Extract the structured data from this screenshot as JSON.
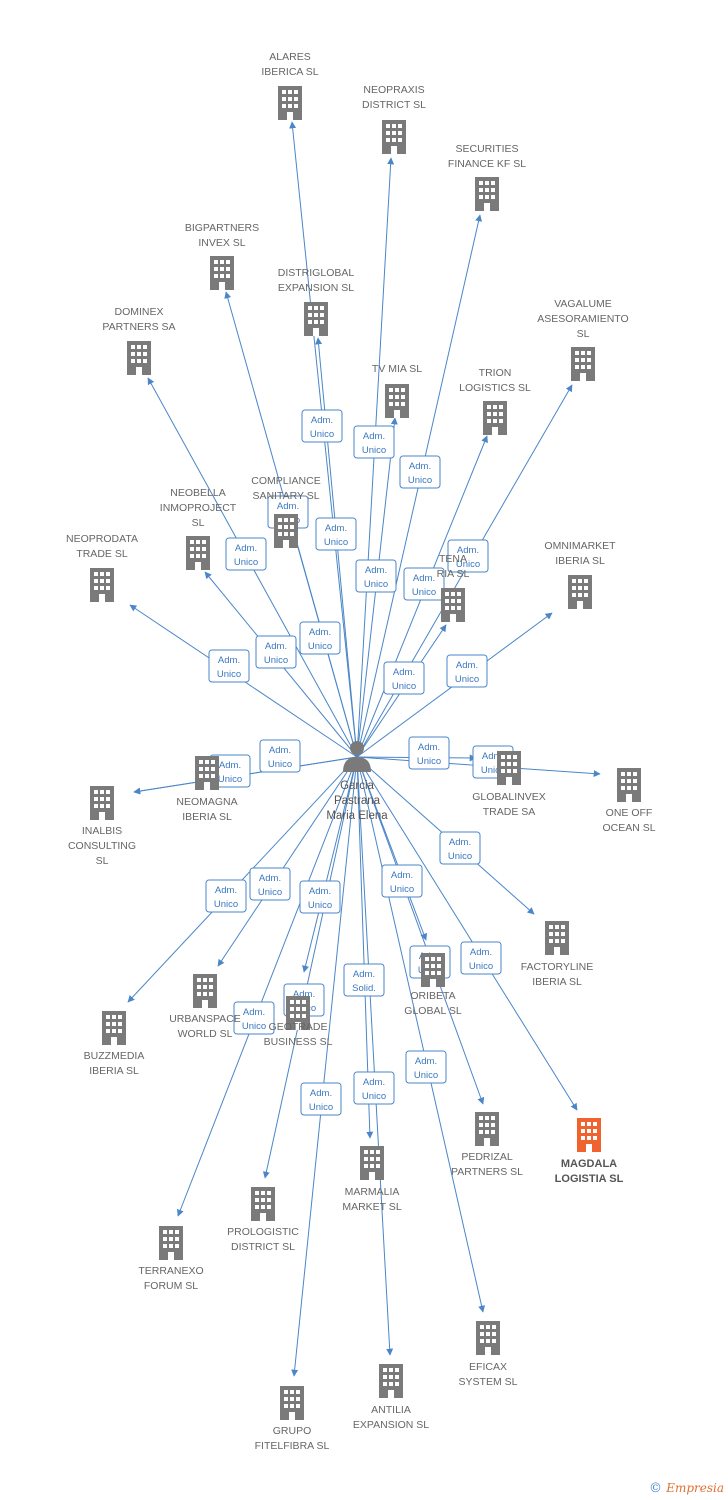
{
  "colors": {
    "edge": "#4a86c8",
    "building": "#7a7a7a",
    "highlight": "#f0632e",
    "person": "#7a7a7a"
  },
  "center": {
    "name_lines": [
      "Garcia",
      "Pastrana",
      "Maria Elena"
    ],
    "icon": "person-icon"
  },
  "nodes": [
    {
      "id": "alares",
      "lines": [
        "ALARES",
        "IBERICA  SL"
      ]
    },
    {
      "id": "neopraxis",
      "lines": [
        "NEOPRAXIS",
        "DISTRICT  SL"
      ]
    },
    {
      "id": "securities",
      "lines": [
        "SECURITIES",
        "FINANCE KF  SL"
      ]
    },
    {
      "id": "bigpartners",
      "lines": [
        "BIGPARTNERS",
        "INVEX  SL"
      ]
    },
    {
      "id": "distriglobal",
      "lines": [
        "DISTRIGLOBAL",
        "EXPANSION  SL"
      ]
    },
    {
      "id": "vagalume",
      "lines": [
        "VAGALUME",
        "ASESORAMIENTO",
        "SL"
      ]
    },
    {
      "id": "dominex",
      "lines": [
        "DOMINEX",
        "PARTNERS SA"
      ]
    },
    {
      "id": "tvmia",
      "lines": [
        "TV MIA  SL"
      ]
    },
    {
      "id": "trion",
      "lines": [
        "TRION",
        "LOGISTICS  SL"
      ]
    },
    {
      "id": "compliance",
      "lines": [
        "COMPLIANCE",
        "SANITARY  SL"
      ]
    },
    {
      "id": "neobella",
      "lines": [
        "NEOBELLA",
        "INMOPROJECT",
        "SL"
      ]
    },
    {
      "id": "neoprodata",
      "lines": [
        "NEOPRODATA",
        "TRADE  SL"
      ]
    },
    {
      "id": "omnimarket",
      "lines": [
        "OMNIMARKET",
        "IBERIA  SL"
      ]
    },
    {
      "id": "tena",
      "lines": [
        "TENA",
        "RIA  SL"
      ]
    },
    {
      "id": "neomagna",
      "lines": [
        "NEOMAGNA",
        "IBERIA  SL"
      ]
    },
    {
      "id": "inalbis",
      "lines": [
        "INALBIS",
        "CONSULTING",
        "SL"
      ]
    },
    {
      "id": "globalinvex",
      "lines": [
        "GLOBALINVEX",
        "TRADE SA"
      ]
    },
    {
      "id": "oneoff",
      "lines": [
        "ONE OFF",
        "OCEAN  SL"
      ]
    },
    {
      "id": "factoryline",
      "lines": [
        "FACTORYLINE",
        "IBERIA  SL"
      ]
    },
    {
      "id": "oribeta",
      "lines": [
        "ORIBETA",
        "GLOBAL  SL"
      ]
    },
    {
      "id": "urbanspace",
      "lines": [
        "URBANSPACE",
        "WORLD  SL"
      ]
    },
    {
      "id": "geotrade",
      "lines": [
        "GEOTRADE",
        "BUSINESS  SL"
      ]
    },
    {
      "id": "buzzmedia",
      "lines": [
        "BUZZMEDIA",
        "IBERIA  SL"
      ]
    },
    {
      "id": "magdala",
      "lines": [
        "MAGDALA",
        "LOGISTIA  SL"
      ]
    },
    {
      "id": "pedrizal",
      "lines": [
        "PEDRIZAL",
        "PARTNERS  SL"
      ]
    },
    {
      "id": "marmalia",
      "lines": [
        "MARMALIA",
        "MARKET  SL"
      ]
    },
    {
      "id": "prologistic",
      "lines": [
        "PROLOGISTIC",
        "DISTRICT  SL"
      ]
    },
    {
      "id": "terranexo",
      "lines": [
        "TERRANEXO",
        "FORUM  SL"
      ]
    },
    {
      "id": "eficax",
      "lines": [
        "EFICAX",
        "SYSTEM SL"
      ]
    },
    {
      "id": "antilia",
      "lines": [
        "ANTILIA",
        "EXPANSION  SL"
      ]
    },
    {
      "id": "grupo",
      "lines": [
        "GRUPO",
        "FITELFIBRA  SL"
      ]
    }
  ],
  "edge_labels": {
    "adm_unico": [
      "Adm.",
      "Unico"
    ],
    "adm_solid": [
      "Adm.",
      "Solid."
    ]
  },
  "edges": [
    {
      "to": "alares",
      "label": "adm_unico"
    },
    {
      "to": "neopraxis",
      "label": "adm_unico"
    },
    {
      "to": "securities",
      "label": "adm_unico"
    },
    {
      "to": "bigpartners",
      "label": "adm_unico"
    },
    {
      "to": "distriglobal",
      "label": "adm_unico"
    },
    {
      "to": "vagalume",
      "label": "adm_unico"
    },
    {
      "to": "dominex",
      "label": "adm_unico"
    },
    {
      "to": "tvmia",
      "label": "adm_unico"
    },
    {
      "to": "trion",
      "label": "adm_unico"
    },
    {
      "to": "compliance",
      "label": "adm_unico"
    },
    {
      "to": "neobella",
      "label": "adm_unico"
    },
    {
      "to": "neoprodata",
      "label": "adm_unico"
    },
    {
      "to": "omnimarket",
      "label": "adm_unico"
    },
    {
      "to": "tena",
      "label": "adm_unico"
    },
    {
      "to": "neomagna",
      "label": "adm_unico"
    },
    {
      "to": "inalbis",
      "label": "adm_unico"
    },
    {
      "to": "globalinvex",
      "label": "adm_unico"
    },
    {
      "to": "oneoff",
      "label": "adm_unico"
    },
    {
      "to": "factoryline",
      "label": "adm_unico"
    },
    {
      "to": "oribeta",
      "label": "adm_unico"
    },
    {
      "to": "urbanspace",
      "label": "adm_unico"
    },
    {
      "to": "geotrade",
      "label": "adm_unico"
    },
    {
      "to": "buzzmedia",
      "label": "adm_unico"
    },
    {
      "to": "magdala",
      "label": "adm_unico"
    },
    {
      "to": "pedrizal",
      "label": "adm_unico"
    },
    {
      "to": "marmalia",
      "label": "adm_solid"
    },
    {
      "to": "prologistic",
      "label": "adm_unico"
    },
    {
      "to": "terranexo",
      "label": "adm_unico"
    },
    {
      "to": "eficax",
      "label": "adm_unico"
    },
    {
      "to": "antilia",
      "label": "adm_unico"
    },
    {
      "to": "grupo",
      "label": "adm_unico"
    }
  ],
  "highlighted_node": "magdala",
  "footer": {
    "copyright_symbol": "©",
    "brand": "Empresia"
  }
}
